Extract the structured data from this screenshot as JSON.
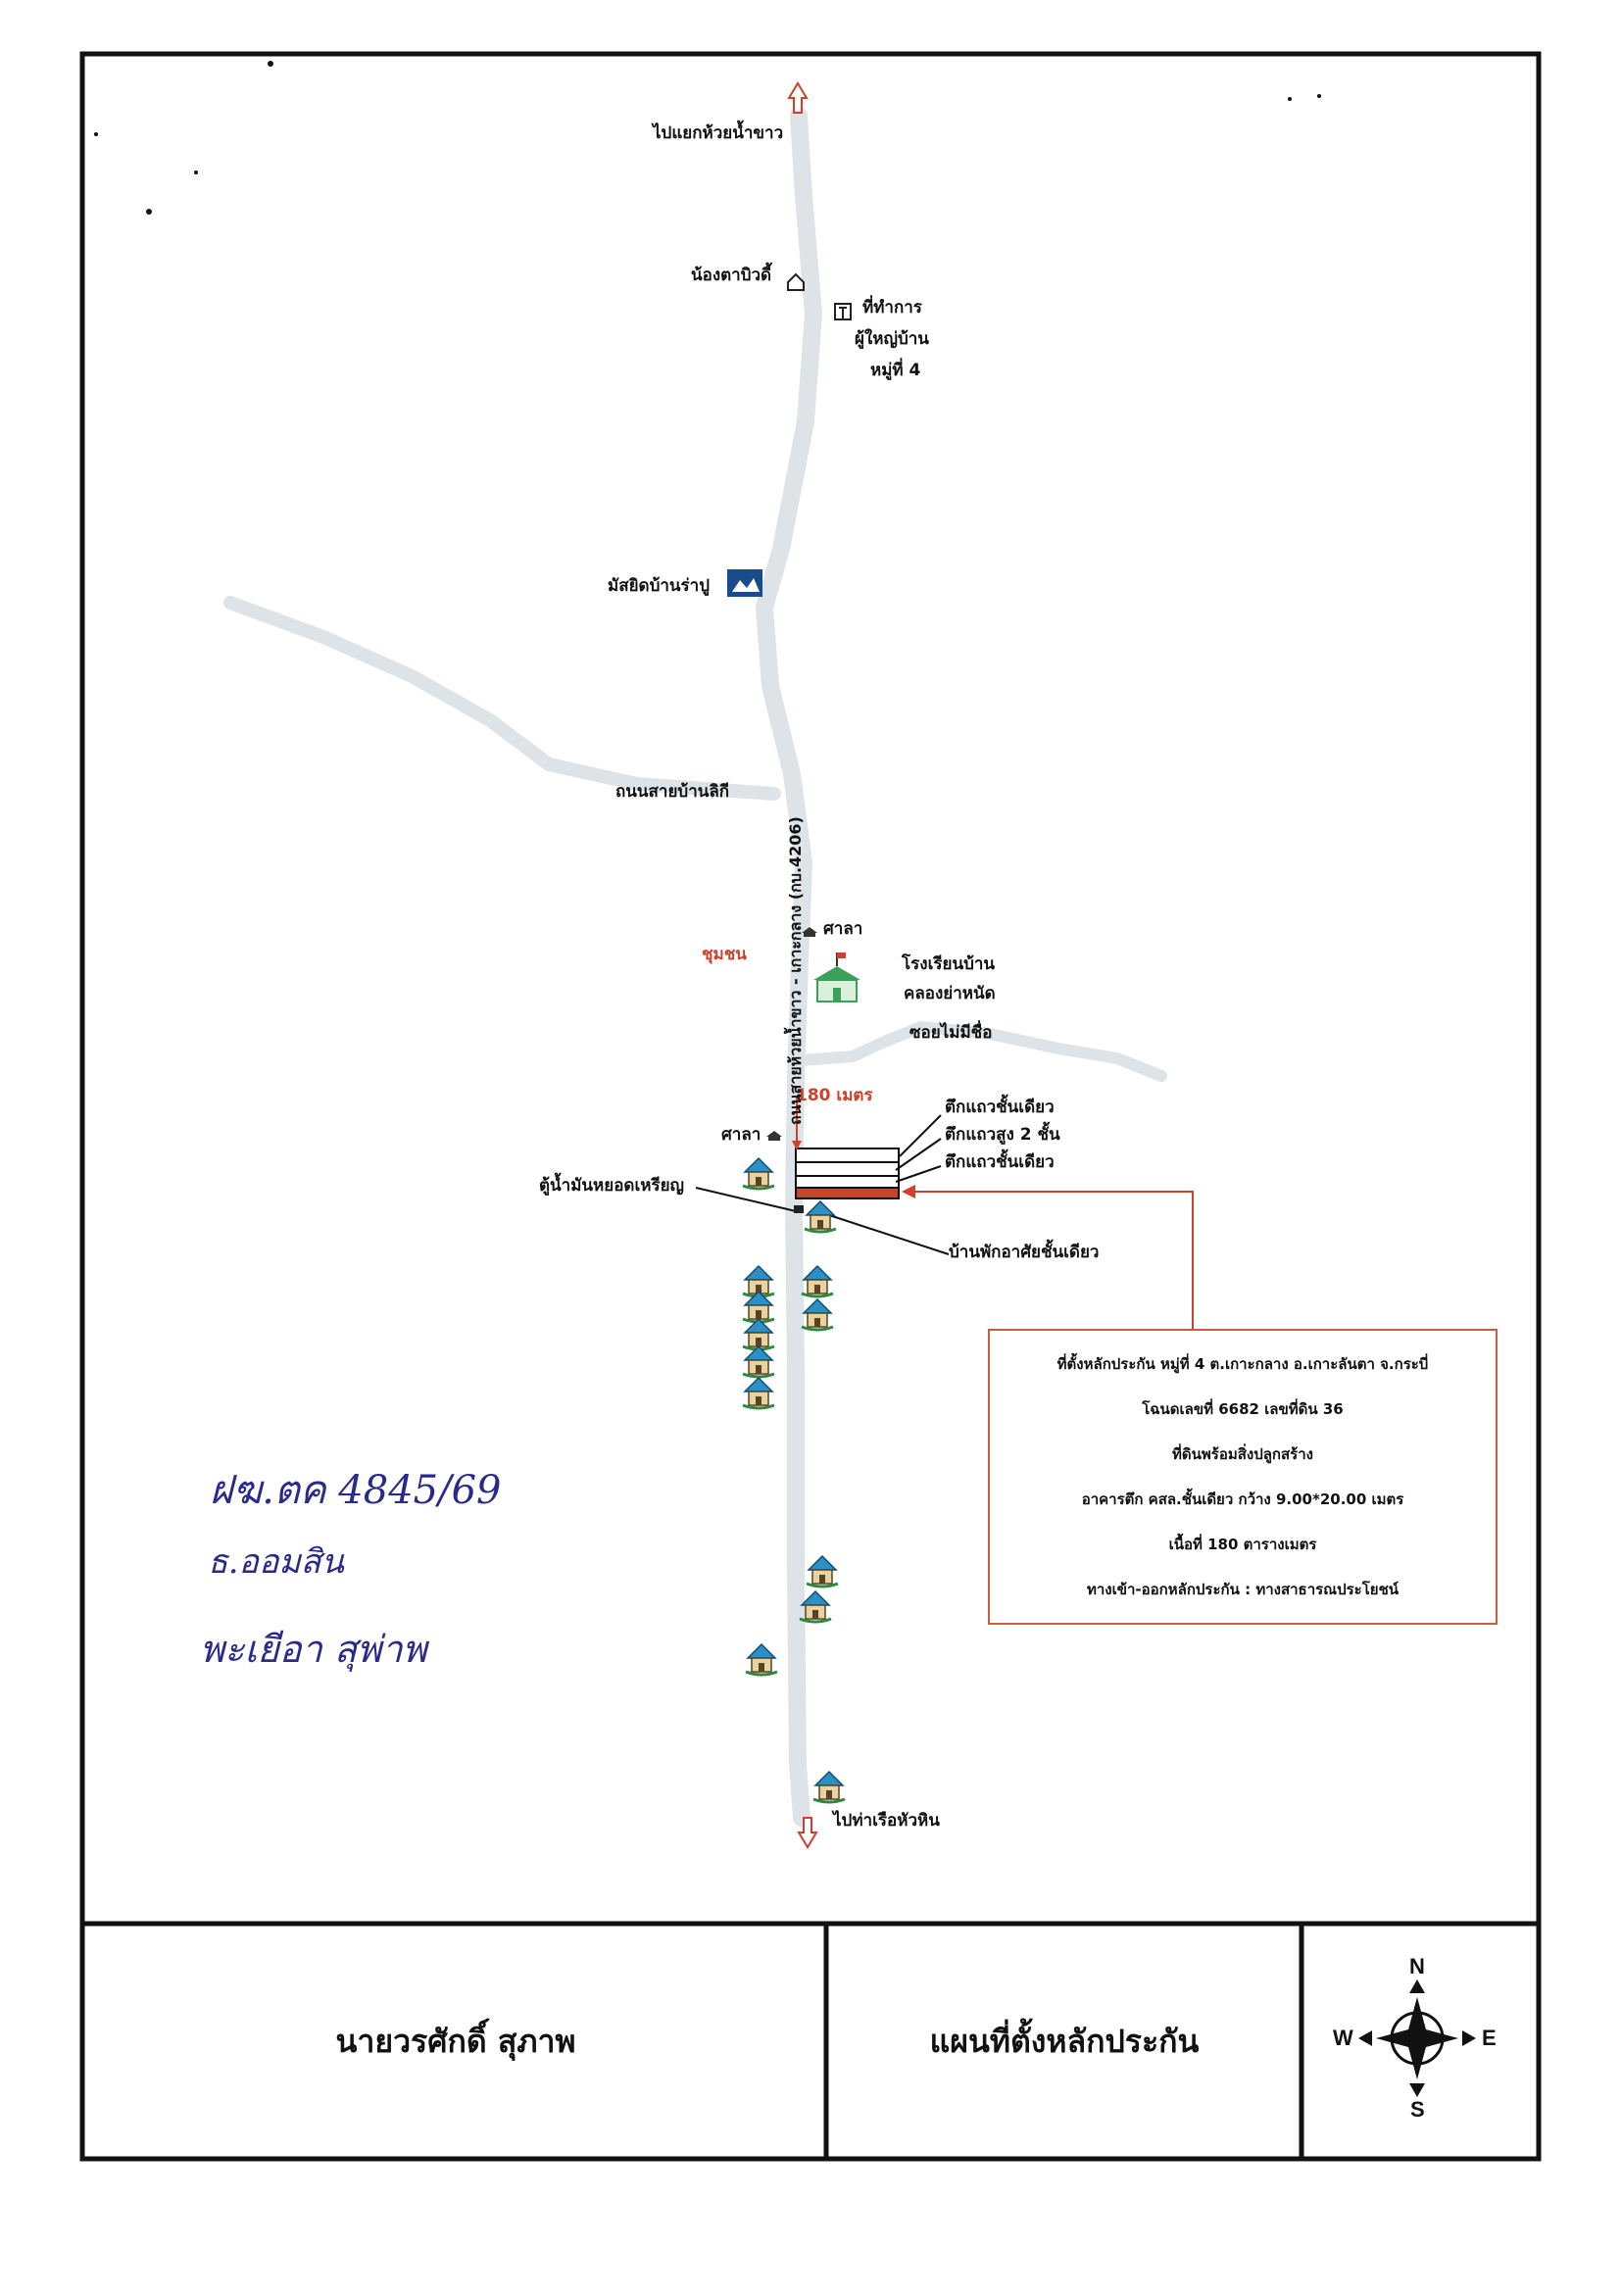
{
  "map": {
    "labels": {
      "to_huai_nam_khao": "ไปแยกห้วยน้ำขาว",
      "nong_ta_bidi": "น้องตาบิวดี้",
      "headman_office_1": "ที่ทำการ",
      "headman_office_2": "ผู้ใหญ่บ้าน",
      "headman_office_3": "หมู่ที่ 4",
      "mosque": "มัสยิดบ้านร่าปู",
      "road_ban_likee": "ถนนสายบ้านลิกี",
      "sala_top": "ศาลา",
      "school_1": "โรงเรียนบ้าน",
      "school_2": "คลองย่าหนัด",
      "community": "ชุมชน",
      "alley_unnamed": "ซอยไม่มีชื่อ",
      "distance": "180 เมตร",
      "sala_left": "ศาลา",
      "fuel_machine": "ตู้น้ำมันหยอดเหรียญ",
      "shophouse_1": "ตึกแถวชั้นเดียว",
      "shophouse_2": "ตึกแถวสูง 2 ชั้น",
      "shophouse_3": "ตึกแถวชั้นเดียว",
      "house_single": "บ้านพักอาศัยชั้นเดียว",
      "to_tha_ruea_hua_hin": "ไปท่าเรือหัวหิน",
      "main_road": "ถนนสายห้วยน้ำขาว - เกาะกลาง (กบ.4206)"
    },
    "info_box": {
      "line1": "ที่ตั้งหลักประกัน หมู่ที่ 4 ต.เกาะกลาง อ.เกาะลันตา จ.กระบี่",
      "line2": "โฉนดเลขที่ 6682 เลขที่ดิน 36",
      "line3": "ที่ดินพร้อมสิ่งปลูกสร้าง",
      "line4": "อาคารตึก คสล.ชั้นเดียว กว้าง 9.00*20.00 เมตร",
      "line5": "เนื้อที่ 180 ตารางเมตร",
      "line6": "ทางเข้า-ออกหลักประกัน : ทางสาธารณประโยชน์"
    },
    "handwriting": {
      "line1": "ฝฆ.ตค 4845/69",
      "line2": "ธ.ออมสิน",
      "line3": "พะเยีอา สุพ่าพ"
    }
  },
  "footer": {
    "owner_name": "นายวรศักดิ์ สุภาพ",
    "map_title": "แผนที่ตั้งหลักประกัน",
    "compass": {
      "n": "N",
      "s": "S",
      "e": "E",
      "w": "W"
    }
  },
  "colors": {
    "road": "#dde3e6",
    "frame": "#111111",
    "accent_red": "#d0402a",
    "property_fill": "#c8432a",
    "house_icon": "#2c8fc6"
  }
}
